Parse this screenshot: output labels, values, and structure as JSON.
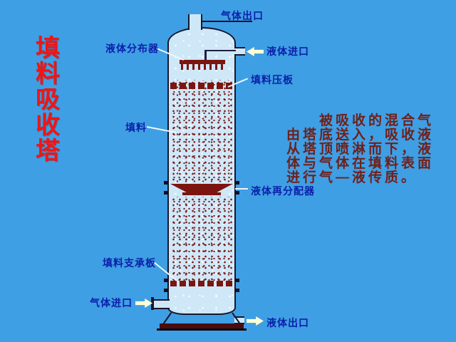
{
  "title": "填料吸收塔",
  "labels": {
    "gas_outlet": "气体出口",
    "liquid_distributor": "液体分布器",
    "liquid_inlet": "液体进口",
    "packing_plate": "填料压板",
    "packing": "填料",
    "liquid_redistributor": "液体再分配器",
    "packing_support": "填料支承板",
    "gas_inlet": "气体进口",
    "liquid_outlet": "液体出口"
  },
  "description": "　　被吸收的混合气\n由塔底送入，吸收液\n从塔顶喷淋而下，液\n体与气体在填料表面\n进行气—液传质。",
  "colors": {
    "background": "#3f9fe4",
    "vessel_fill": "#cfe8f8",
    "internals_dark_red": "#7b150f",
    "label_blue": "#0a1faa",
    "title_red": "#f01515",
    "paragraph_text": "#70201a",
    "base_dark": "#4a0d0d",
    "arrow_fill": "#ffffd6"
  }
}
